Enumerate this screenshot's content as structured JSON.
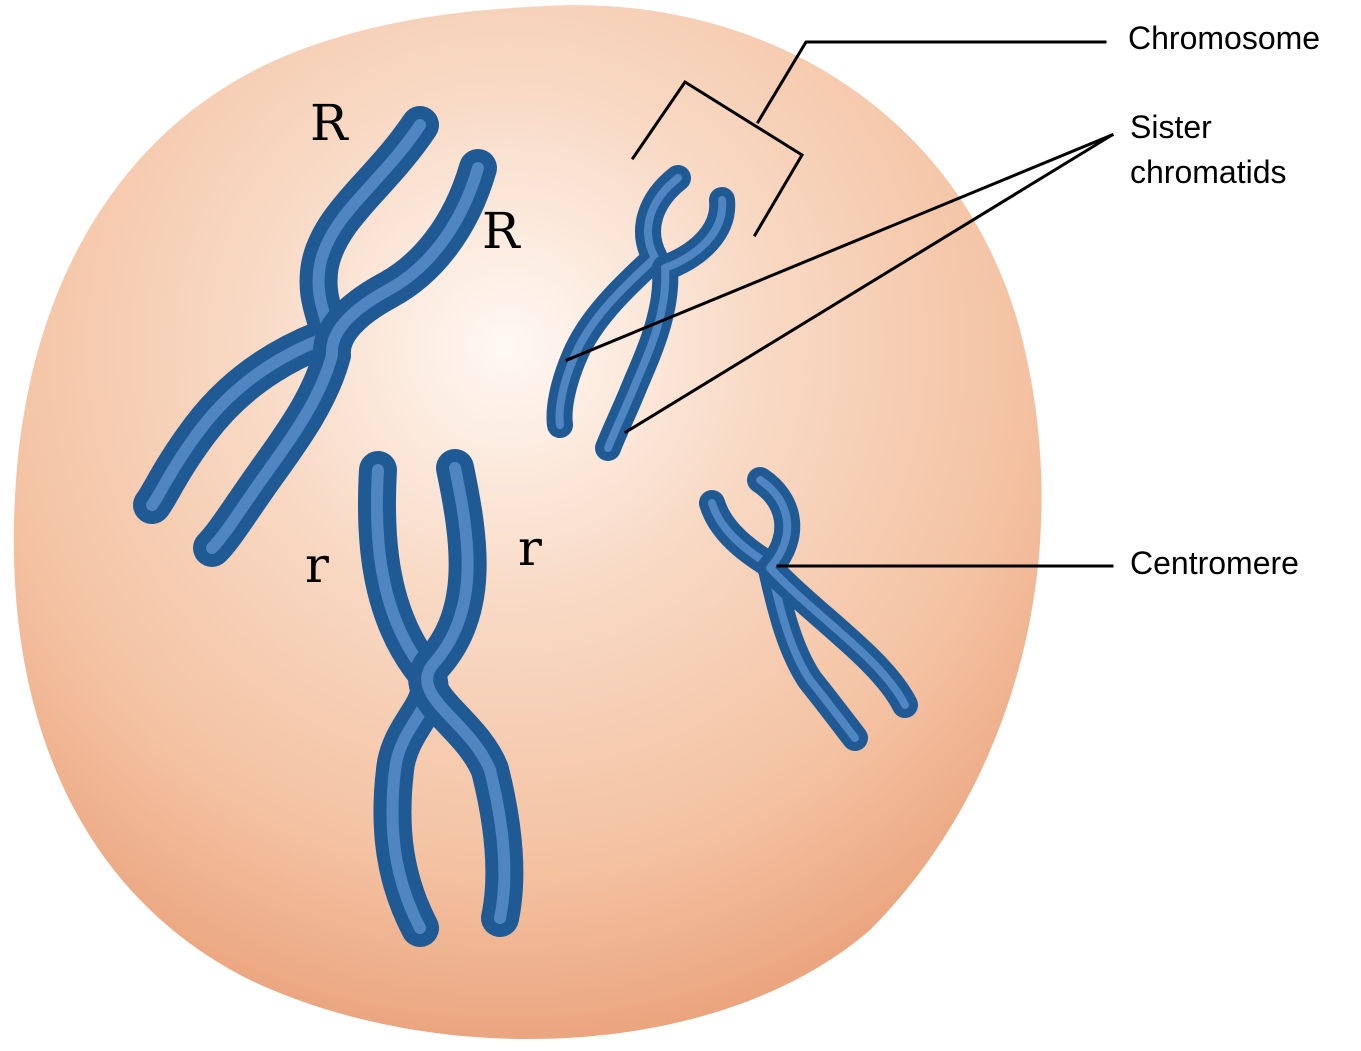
{
  "colors": {
    "cell_center": "#fff8f3",
    "cell_mid": "#f4c2a2",
    "cell_edge": "#e89d76",
    "chromatid_dark": "#1f5a95",
    "chromatid_light": "#4f86bf",
    "label_line": "#000000"
  },
  "alleles": {
    "top_left": "R",
    "top_right": "R",
    "bottom_left": "r",
    "bottom_right": "r"
  },
  "callouts": {
    "chromosome": "Chromosome",
    "sister_line1": "Sister",
    "sister_line2": "chromatids",
    "centromere": "Centromere"
  }
}
